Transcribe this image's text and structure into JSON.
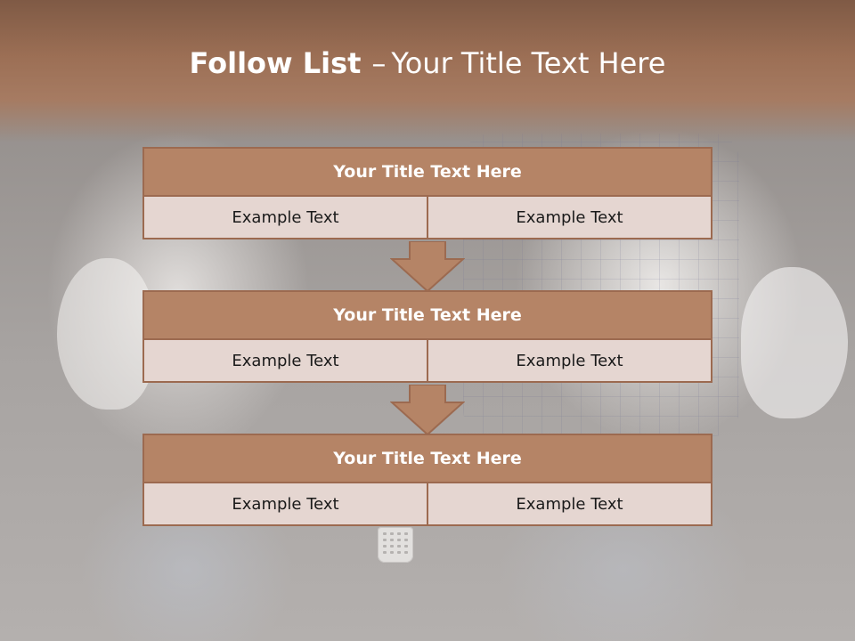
{
  "slide": {
    "title_bold": "Follow List",
    "title_dash": "–",
    "title_rest": "Your Title Text Here"
  },
  "follow_list": {
    "blocks": [
      {
        "title": "Your Title Text Here",
        "left": "Example Text",
        "right": "Example Text"
      },
      {
        "title": "Your Title Text Here",
        "left": "Example Text",
        "right": "Example Text"
      },
      {
        "title": "Your Title Text Here",
        "left": "Example Text",
        "right": "Example Text"
      }
    ]
  },
  "colors": {
    "header": "#9c6f55",
    "block_title_fill": "#b58466",
    "block_border": "#9c6a50",
    "cell_fill": "#e5d6d1",
    "arrow_fill": "#b58466"
  }
}
